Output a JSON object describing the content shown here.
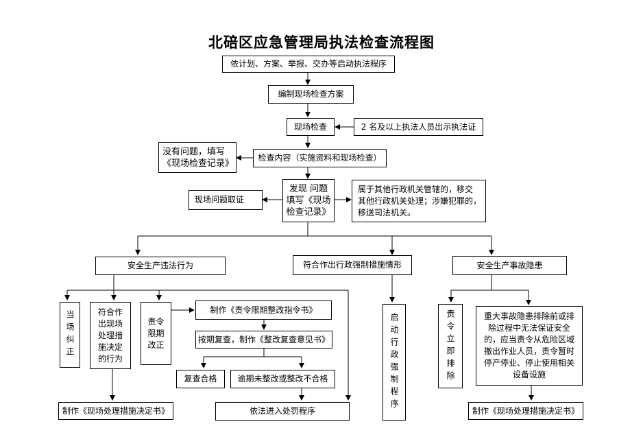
{
  "title": "北碚区应急管理局执法检查流程图",
  "nodes": {
    "start": "依计划、方案、举报、交办等启动执法程序",
    "plan": "编制现场检查方案",
    "site_check": "现场检查",
    "officers": "2 名及以上执法人员出示执法证",
    "content": "检查内容（实施资料和现场检查）",
    "no_problem": "没有问题，填写\n《现场检查记录》",
    "problem_found": "发现 问题\n填写《现场\n检查记录》",
    "evidence": "现场问题取证",
    "transfer": "属于其他行政机关管辖的，移交\n其他行政机关处理；涉嫌犯罪的，\n移送司法机关。",
    "violation": "安全生产违法行为",
    "coercive": "符合作出行政强制措施情形",
    "hazard": "安全生产事故隐患",
    "correct": "当场纠正",
    "measures": "符合作\n出现场\n处理措\n施决定\n的行为",
    "order": "责令\n限期\n改正",
    "rectify_notice": "制作《责令限期整改指令书》",
    "review": "按期复查，制作《整改复查意见书》",
    "review_ok": "复查合格",
    "overdue": "逾期未整改或整改不合格",
    "decision_left": "制作《现场处理措施决定书》",
    "penalty": "依法进入处罚程序",
    "start_coercive": "启动行政强制程序",
    "immediate": "责令立即排除",
    "major_hazard": "重大事故隐患排除前或排\n除过程中无法保证安全\n的，应当责令从危险区域\n撤出作业人员，责令暂时\n停产停业、停止使用相关\n设备设施",
    "decision_right": "制作《现场处理措施决定书》"
  }
}
